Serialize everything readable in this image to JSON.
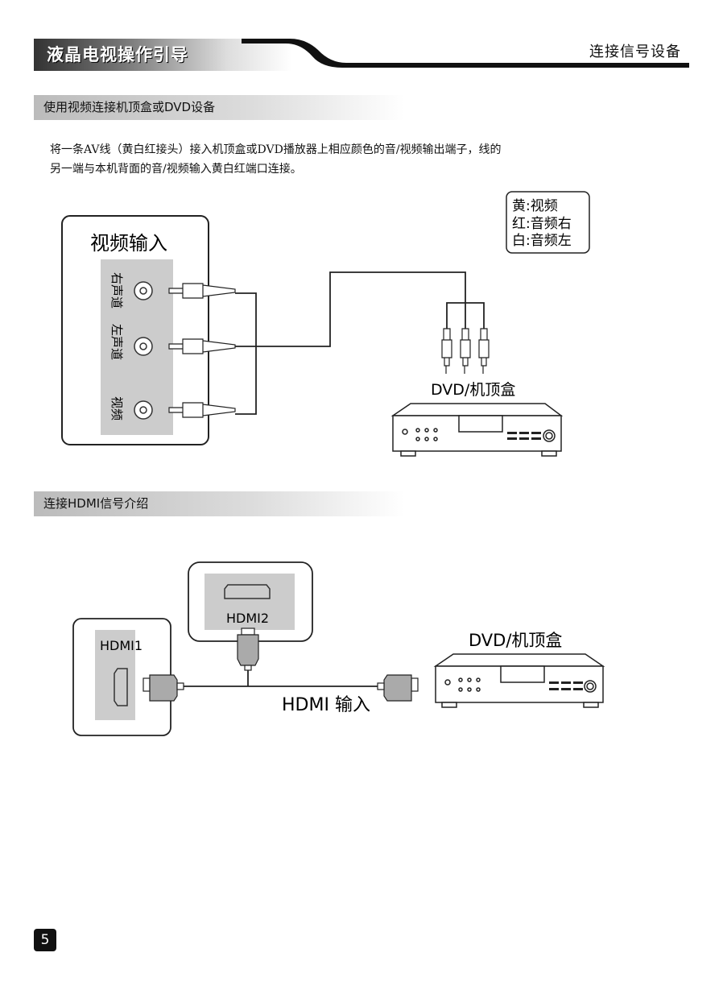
{
  "header": {
    "title": "液晶电视操作引导",
    "section": "连接信号设备"
  },
  "section1": {
    "title": "使用视频连接机顶盒或DVD设备",
    "para_line1": "将一条AV线（黄白红接头）接入机顶盒或DVD播放器上相应颜色的音/视频输出端子，线的",
    "para_line2": "另一端与本机背面的音/视频输入黄白红端口连接。",
    "panel_title": "视频输入",
    "ports": [
      "右声道",
      "左声道",
      "视频"
    ],
    "legend": [
      "黄:视频",
      "红:音频右",
      "白:音频左"
    ],
    "device_label": "DVD/机顶盒"
  },
  "section2": {
    "title": "连接HDMI信号介绍",
    "hdmi1": "HDMI1",
    "hdmi2": "HDMI2",
    "cable_label": "HDMI 输入",
    "device_label": "DVD/机顶盒"
  },
  "page_number": "5",
  "colors": {
    "accent": "#111111",
    "panel_gray": "#cccccc",
    "watermark": "#d6e6fb"
  }
}
